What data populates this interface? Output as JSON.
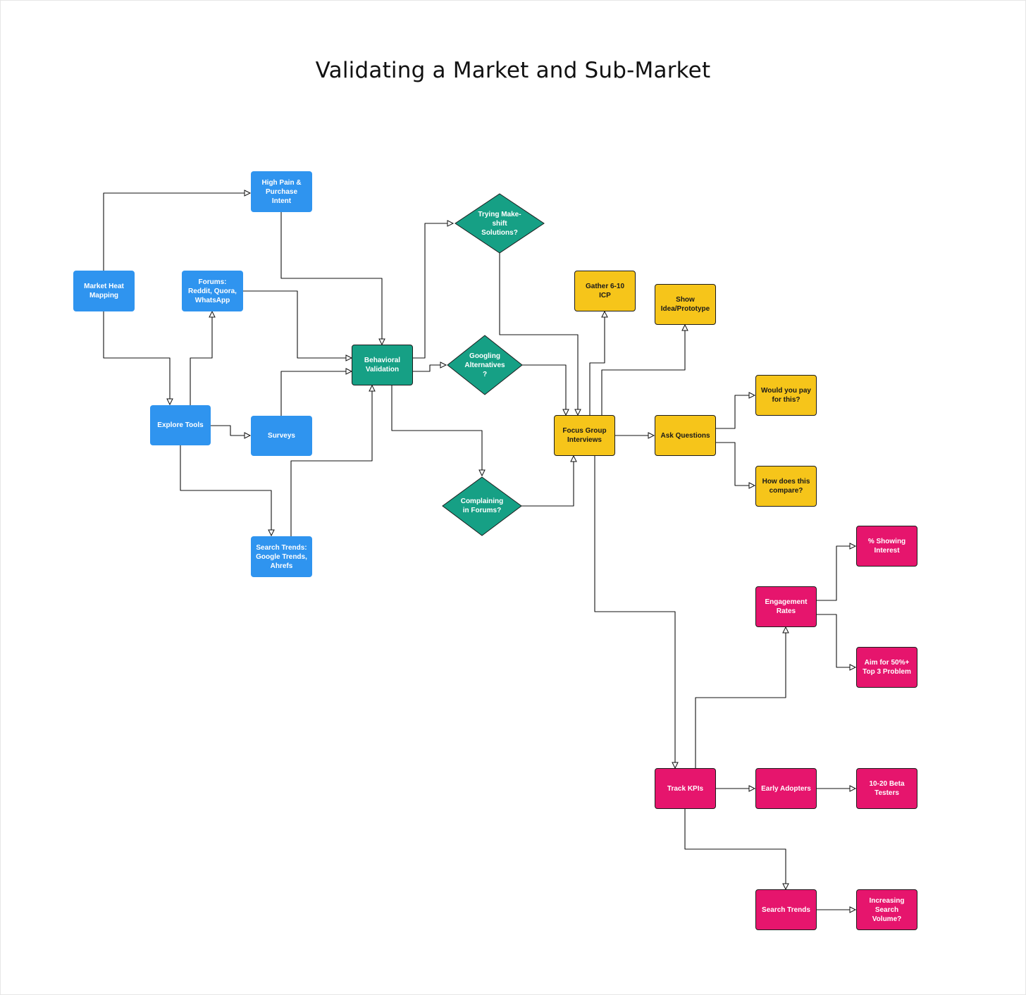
{
  "title": "Validating a Market and Sub-Market",
  "colors": {
    "research": "#2f94ef",
    "validation": "#16a085",
    "interviews": "#f6c51a",
    "kpis": "#e6156d",
    "connector": "#111111"
  },
  "nodes": {
    "high_pain": "High Pain &\nPurchase\nIntent",
    "market_heat": "Market Heat\nMapping",
    "forums": "Forums:\nReddit, Quora,\nWhatsApp",
    "explore_tools": "Explore Tools",
    "surveys": "Surveys",
    "search_trends_tools": "Search Trends:\nGoogle Trends,\nAhrefs",
    "behavioral_validation": "Behavioral\nValidation",
    "makeshift": "Trying Make-\nshift\nSolutions?",
    "googling": "Googling\nAlternatives\n?",
    "complaining": "Complaining\nin Forums?",
    "gather_icp": "Gather 6-10\nICP",
    "show_idea": "Show\nIdea/Prototype",
    "focus_group": "Focus Group\nInterviews",
    "ask_questions": "Ask Questions",
    "would_pay": "Would you pay\nfor this?",
    "how_compare": "How does this\ncompare?",
    "showing_interest": "% Showing\nInterest",
    "engagement_rates": "Engagement\nRates",
    "aim_50": "Aim for 50%+\nTop 3 Problem",
    "track_kpis": "Track KPIs",
    "early_adopters": "Early Adopters",
    "beta_testers": "10-20 Beta\nTesters",
    "search_trends": "Search Trends",
    "increasing_volume": "Increasing\nSearch\nVolume?"
  }
}
